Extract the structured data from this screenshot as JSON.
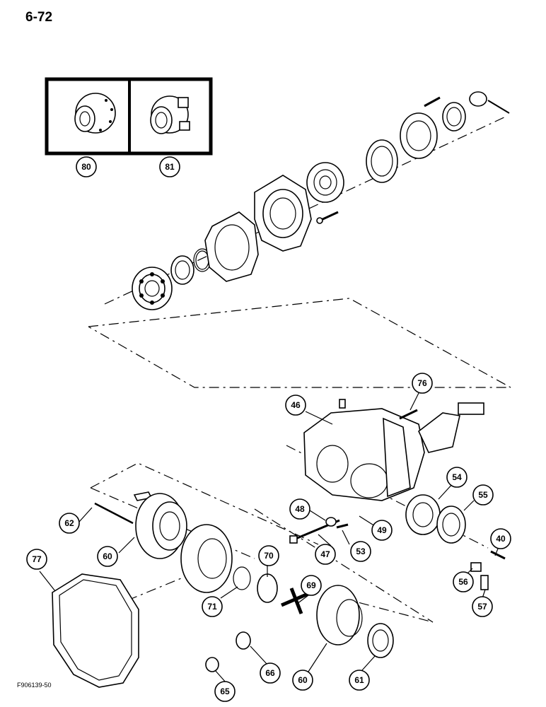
{
  "page": {
    "number": "6-72",
    "figure_code": "F906139-50"
  },
  "callouts": [
    "80",
    "81",
    "46",
    "76",
    "54",
    "55",
    "40",
    "48",
    "49",
    "53",
    "47",
    "62",
    "60",
    "77",
    "70",
    "69",
    "71",
    "56",
    "57",
    "66",
    "65",
    "60",
    "61"
  ]
}
